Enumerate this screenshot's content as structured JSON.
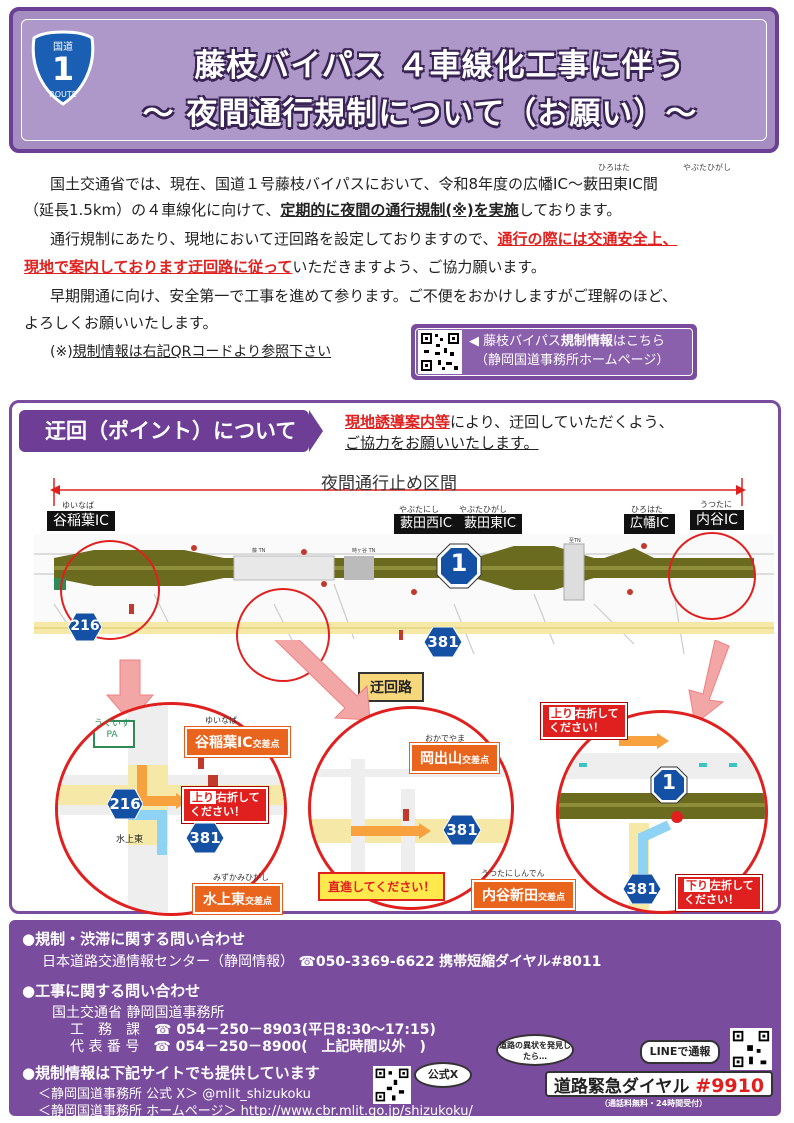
{
  "header": {
    "route_shield": {
      "top": "国道",
      "number": "1",
      "bottom": "ROUTE"
    },
    "title_line1": "藤枝バイパス ４車線化工事に伴う",
    "title_line2": "～ 夜間通行規制について（お願い）～"
  },
  "intro": {
    "ruby_hirohata": "ひろはた",
    "ruby_yabutahigashi": "やぶたひがし",
    "p1_a": "国土交通省では、現在、国道１号藤枝バイパスにおいて、令和8年度の広幡IC～藪田東IC間",
    "p1_b_pre": "（延長1.5km）の４車線化に向けて、",
    "p1_b_bold": "定期的に夜間の通行規制(※)を実施",
    "p1_b_post": "しております。",
    "p2_a_pre": "通行規制にあたり、現地において迂回路を設定しておりますので、",
    "p2_a_red": "通行の際には交通安全上、",
    "p2_b_red": "現地で案内しております迂回路に従って",
    "p2_b_post": "いただきますよう、ご協力願います。",
    "p3_a": "早期開通に向け、安全第一で工事を進めて参ります。ご不便をおかけしますがご理解のほど、",
    "p3_b": "よろしくお願いいたします。",
    "note_prefix": "(※)",
    "note_text": "規制情報は右記QRコードより参照下さい",
    "qr_link_pre": "◀ 藤枝バイパス",
    "qr_link_bold": "規制情報",
    "qr_link_post": "はこちら",
    "qr_link_sub": "（静岡国道事務所ホームページ）"
  },
  "detour": {
    "tab_title": "迂回（ポイント）について",
    "notice_bold": "現地誘導案内等",
    "notice_rest": "により、迂回していただくよう、",
    "notice_line2": "ご協力をお願いいたします。",
    "closure_label": "夜間通行止め区間",
    "interchanges": [
      {
        "ruby": "ゆいなば",
        "name": "谷稲葉IC"
      },
      {
        "ruby": "やぶたにし",
        "name": "藪田西IC"
      },
      {
        "ruby": "やぶたひがし",
        "name": "藪田東IC"
      },
      {
        "ruby": "ひろはた",
        "name": "広幡IC"
      },
      {
        "ruby": "うつたに",
        "name": "内谷IC"
      }
    ],
    "route_numbers": {
      "r216": "216",
      "r381": "381",
      "r1": "1"
    },
    "detour_label": "迂回路",
    "map_tiny": {
      "t1": "藤 TN",
      "t2": "時ヶ谷 TN",
      "t3": "至TN"
    },
    "details": {
      "pa_label": "うぐいす PA",
      "yuinaba_ruby": "ゆいなば",
      "yuinaba_name": "谷稲葉IC",
      "yuinaba_suffix": "交差点",
      "tag_right_turn_up": "上り",
      "tag_right_turn_text": "右折して",
      "tag_right_turn_text2": "ください！",
      "mizukami_small": "水上東",
      "mizukami_ruby": "みずかみひがし",
      "mizukami_name": "水上東",
      "mizukami_suffix": "交差点",
      "okadeyama_ruby": "おかでやま",
      "okadeyama_name": "岡出山",
      "okadeyama_suffix": "交差点",
      "straight_tag": "直進してください！",
      "uchiya_ruby": "うつたにしんでん",
      "uchiya_name": "内谷新田",
      "uchiya_suffix": "交差点",
      "tag_up_right": "上り",
      "tag_up_right_text": "右折して",
      "tag_up_right_text2": "ください！",
      "tag_down_left": "下り",
      "tag_down_left_text": "左折して",
      "tag_down_left_text2": "ください！"
    }
  },
  "footer": {
    "h1": "●規制・渋滞に関する問い合わせ",
    "l1_pre": "日本道路交通情報センター（静岡情報）",
    "l1_tel": "☎050-3369-6622",
    "l1_post": "携帯短縮ダイヤル#8011",
    "h2": "●工事に関する問い合わせ",
    "l2": "国土交通省 静岡国道事務所",
    "l3_label": "工　務　課",
    "l3_tel": "☎ 054－250－8903(平日8:30～17:15)",
    "l4_label": "代 表 番 号",
    "l4_tel": "☎ 054－250－8900(　上記時間以外　)",
    "h3": "●規制情報は下記サイトでも提供しています",
    "l5": "＜静岡国道事務所 公式 X＞ @mlit_shizukoku",
    "l6_pre": "＜静岡国道事務所 ホームページ＞ ",
    "l6_url": "http://www.cbr.mlit.go.jp/shizukoku/",
    "x_label": "公式X",
    "bubble_text": "道路の異状を発見したら…",
    "line_label": "LINEで通報",
    "dial_label": "道路緊急ダイヤル",
    "dial_number": "#9910",
    "dial_note": "（通話料無料・24時間受付）"
  }
}
